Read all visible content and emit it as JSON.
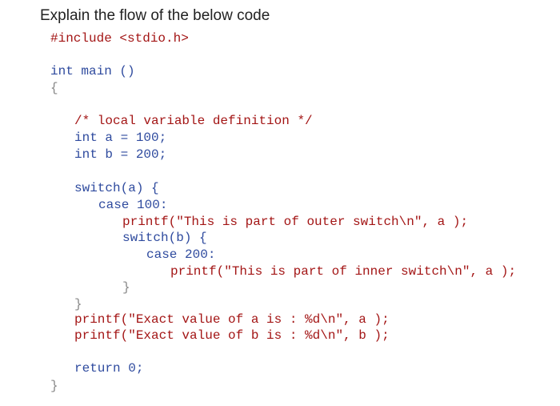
{
  "question": "Explain the flow of the below code",
  "code_lines": [
    {
      "id": "include",
      "text": "#include <stdio.h>"
    },
    {
      "id": "main-signature",
      "text": "int main ()"
    },
    {
      "id": "open-brace-main",
      "text": "{"
    },
    {
      "id": "comment",
      "text": "/* local variable definition */"
    },
    {
      "id": "decl-a",
      "text": "int a = 100;"
    },
    {
      "id": "decl-b",
      "text": "int b = 200;"
    },
    {
      "id": "switch-a",
      "text": "switch(a) {"
    },
    {
      "id": "case-100",
      "text": "case 100:"
    },
    {
      "id": "printf-outer",
      "text": "printf(\"This is part of outer switch\\n\", a );"
    },
    {
      "id": "switch-b",
      "text": "switch(b) {"
    },
    {
      "id": "case-200",
      "text": "case 200:"
    },
    {
      "id": "printf-inner",
      "text": "printf(\"This is part of inner switch\\n\", a );"
    },
    {
      "id": "close-inner",
      "text": "}"
    },
    {
      "id": "close-outer",
      "text": "}"
    },
    {
      "id": "printf-a",
      "text": "printf(\"Exact value of a is : %d\\n\", a );"
    },
    {
      "id": "printf-b",
      "text": "printf(\"Exact value of b is : %d\\n\", b );"
    },
    {
      "id": "return",
      "text": "return 0;"
    },
    {
      "id": "close-brace-main",
      "text": "}"
    }
  ],
  "colors": {
    "keyword": "#2e4a9e",
    "string": "#a31515",
    "brace": "#888888",
    "text": "#222222"
  }
}
